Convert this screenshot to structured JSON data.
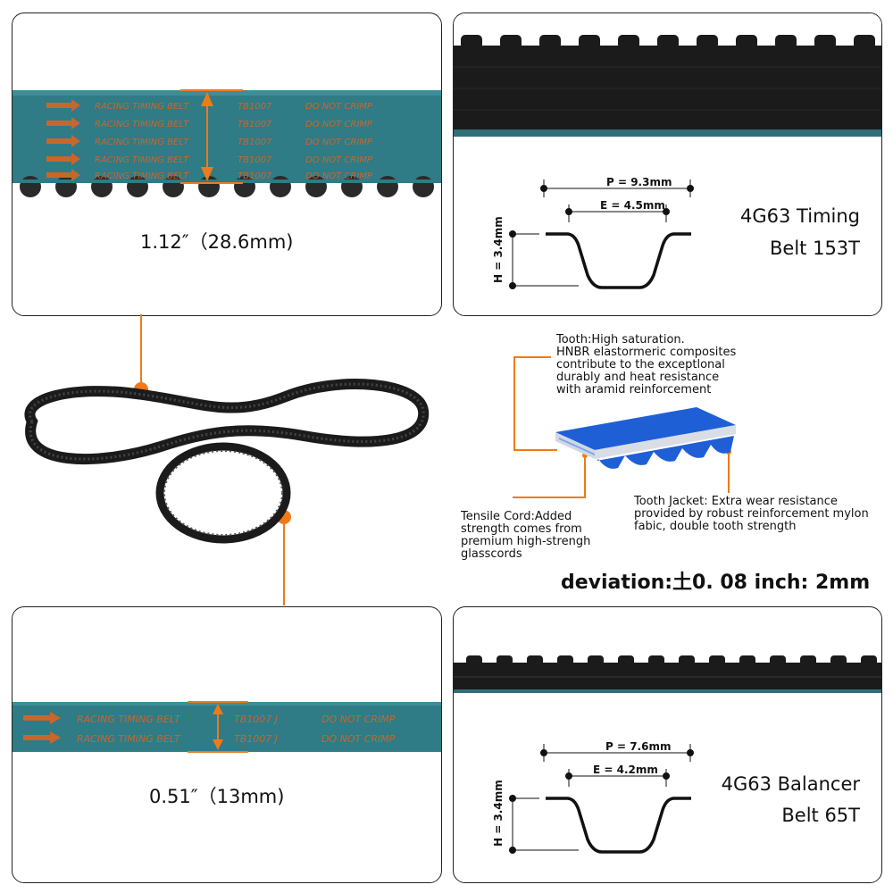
{
  "colors": {
    "belt_teal": "#2f7b86",
    "belt_black": "#1b1b1b",
    "accent_orange": "#f07a18",
    "print_orange": "#c8672b",
    "layer_blue": "#1f5fd6"
  },
  "panel_top_left": {
    "belt_print": {
      "line1": "RACING TIMING BELT",
      "code": "TB1007",
      "crimp": "DO NOT CRIMP"
    },
    "width_label": "1.12″（28.6mm)"
  },
  "panel_top_right": {
    "pitch_label": "P = 9.3mm",
    "e_label": "E = 4.5mm",
    "h_label": "H = 3.4mm",
    "title_line1": "4G63 Timing",
    "title_line2": "Belt 153T"
  },
  "panel_bottom_left": {
    "belt_print": {
      "line1": "RACING TIMING BELT",
      "code": "TB1007  J",
      "crimp": "DO NOT CRIMP"
    },
    "width_label": "0.51″（13mm)"
  },
  "panel_bottom_right": {
    "pitch_label": "P = 7.6mm",
    "e_label": "E = 4.2mm",
    "h_label": "H = 3.4mm",
    "title_line1": "4G63 Balancer",
    "title_line2": "Belt 65T"
  },
  "callouts": {
    "tooth": "Tooth:High saturation.\nHNBR elastormeric composites\ncontribute to the exceptlonal\ndurably and heat resistance\nwith aramid reinforcement",
    "tensile": "Tensile Cord:Added\nstrength comes from\npremium high-strengh\nglasscords",
    "jacket": "Tooth Jacket: Extra wear resistance\nprovided by robust reinforcement mylon\nfabic, double tooth strength"
  },
  "deviation": "deviation:土0. 08 inch: 2mm"
}
